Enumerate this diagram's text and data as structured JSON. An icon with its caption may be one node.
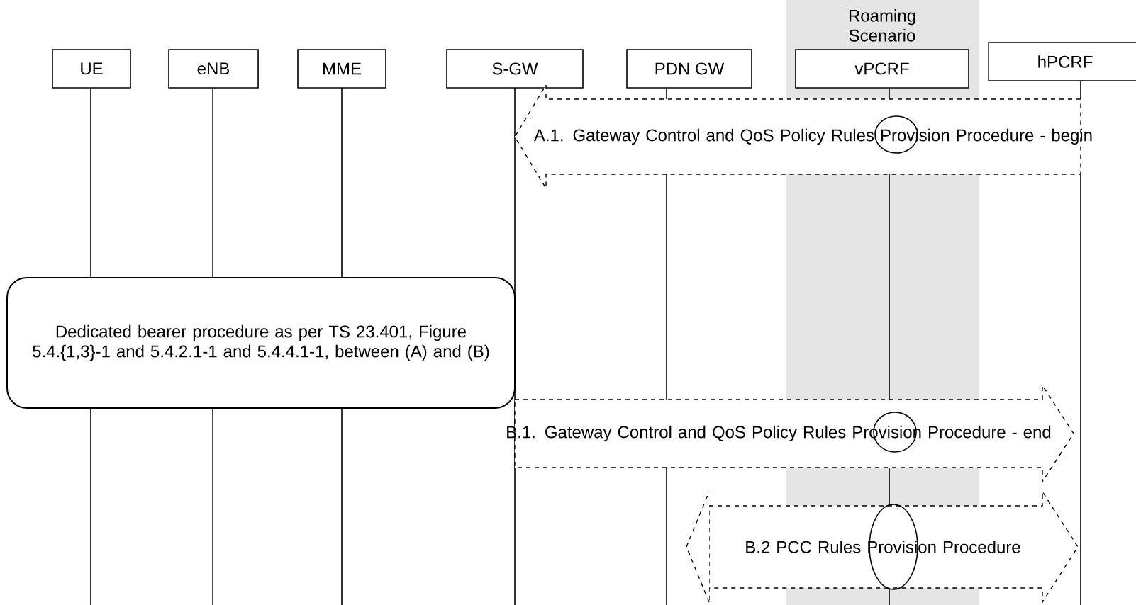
{
  "diagram": {
    "nodes": [
      {
        "text": [
          "Roaming Scenario"
        ]
      },
      {
        "text": [
          "UE"
        ]
      },
      {
        "text": [
          "eNB"
        ]
      },
      {
        "text": [
          "MME"
        ]
      },
      {
        "text": [
          "S-GW"
        ]
      },
      {
        "text": [
          "PDN GW"
        ]
      },
      {
        "text": [
          "vPCRF"
        ],
        "in": 0
      },
      {
        "text": [
          "hPCRF"
        ]
      },
      {
        "text": [
          "A.1. Gateway Control and QoS Policy Rules Provision Procedure - begin"
        ]
      },
      {
        "text": [
          "Dedicated bearer procedure as per TS 23.401, Figure 5.4.{1,3}-1 and 5.4.2.1-1 and 5.4.4.1-1, between (A) and (B)"
        ]
      },
      {
        "text": [
          "B.1. Gateway Control and QoS Policy Rules Provision Procedure - end"
        ]
      },
      {
        "text": [
          "B.2 PCC Rules Provision Procedure"
        ]
      }
    ]
  }
}
